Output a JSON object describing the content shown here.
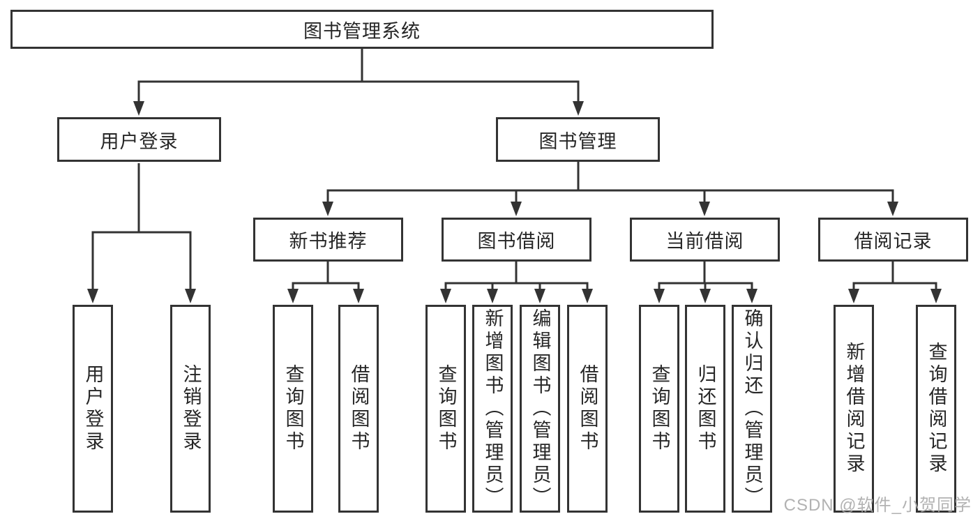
{
  "diagram": {
    "root": {
      "label": "图书管理系统"
    },
    "level2": [
      {
        "label": "用户登录"
      },
      {
        "label": "图书管理"
      }
    ],
    "level3": [
      {
        "label": "新书推荐"
      },
      {
        "label": "图书借阅"
      },
      {
        "label": "当前借阅"
      },
      {
        "label": "借阅记录"
      }
    ],
    "leaves": {
      "user": [
        {
          "label": "用户登录"
        },
        {
          "label": "注销登录"
        }
      ],
      "recommend": [
        {
          "label": "查询图书"
        },
        {
          "label": "借阅图书"
        }
      ],
      "borrow": [
        {
          "label": "查询图书"
        },
        {
          "label": "新增图书（管理员）"
        },
        {
          "label": "编辑图书（管理员）"
        },
        {
          "label": "借阅图书"
        }
      ],
      "current": [
        {
          "label": "查询图书"
        },
        {
          "label": "归还图书"
        },
        {
          "label": "确认归还（管理员）"
        }
      ],
      "records": [
        {
          "label": "新增借阅记录"
        },
        {
          "label": "查询借阅记录"
        }
      ]
    },
    "colors": {
      "line": "#333333",
      "text": "#262626",
      "background": "#ffffff",
      "watermark": "#aaaaaa"
    }
  },
  "watermark": {
    "text": "CSDN @软件_小贺同学"
  }
}
